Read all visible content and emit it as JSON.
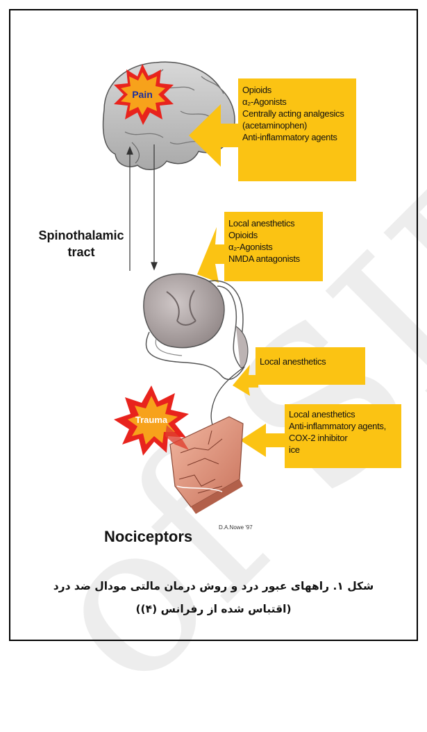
{
  "labels": {
    "pain": "Pain",
    "trauma": "Trauma",
    "spinothalamic_1": "Spinothalamic",
    "spinothalamic_2": "tract",
    "nociceptors": "Nociceptors",
    "signature": "D.A.Nowe '97"
  },
  "boxes": {
    "brain": [
      "Opioids",
      "α₂-Agonists",
      "Centrally acting analgesics",
      "(acetaminophen)",
      "Anti-inflammatory agents"
    ],
    "spinal": [
      "Local anesthetics",
      "Opioids",
      "α₂-Agonists",
      "NMDA antagonists"
    ],
    "nerve": [
      "Local anesthetics"
    ],
    "periphery": [
      "Local anesthetics",
      "Anti-inflammatory agents,",
      "COX-2 inhibitor",
      "ice"
    ]
  },
  "caption": {
    "line1": "شکل ۱. راههای عبور درد و روش درمان مالتی مودال ضد درد",
    "line2": "(اقتباس شده از رفرانس (۴))"
  },
  "colors": {
    "box": "#fbc313",
    "arrow": "#fbc313",
    "burst_outer": "#e8231d",
    "burst_inner": "#f7a21b",
    "tissue": "#e59a84"
  }
}
